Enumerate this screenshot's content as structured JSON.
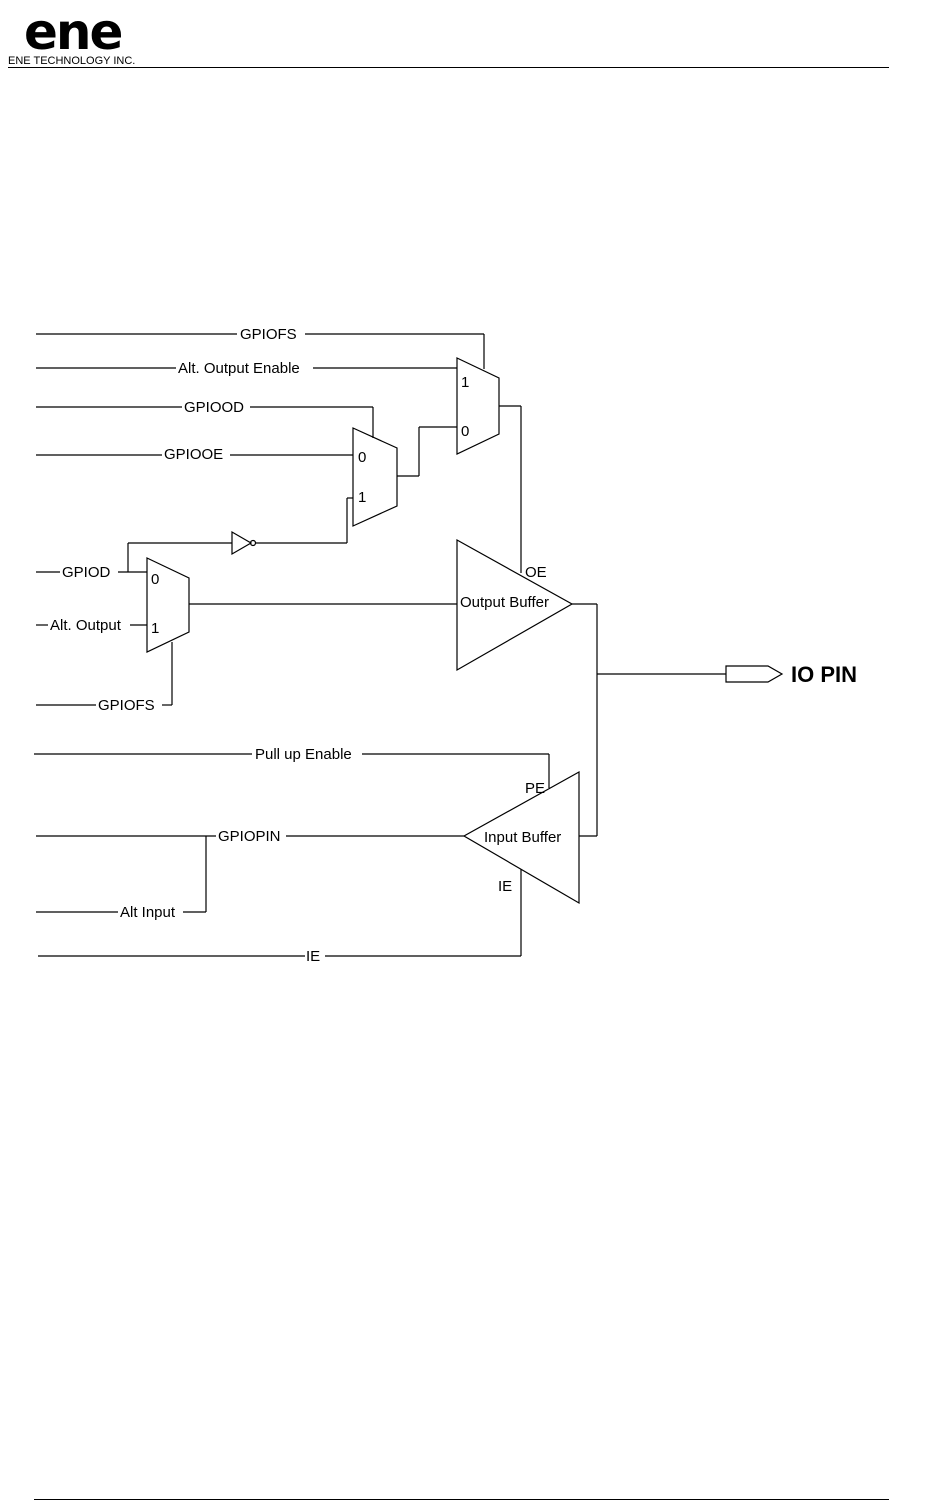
{
  "header": {
    "logo_text": "ene",
    "company_name": "ENE TECHNOLOGY INC."
  },
  "diagram": {
    "signals": {
      "gpiofs_top": "GPIOFS",
      "alt_output_enable": "Alt. Output Enable",
      "gpiood": "GPIOOD",
      "gpiooe": "GPIOOE",
      "gpiod": "GPIOD",
      "alt_output": "Alt. Output",
      "gpiofs_bottom": "GPIOFS",
      "pull_up_enable": "Pull up Enable",
      "gpiopin": "GPIOPIN",
      "alt_input": "Alt Input",
      "ie_bottom": "IE"
    },
    "mux_oe_final": {
      "in1": "1",
      "in0": "0"
    },
    "mux_oe": {
      "in0": "0",
      "in1": "1"
    },
    "mux_out": {
      "in0": "0",
      "in1": "1"
    },
    "output_buffer": {
      "label": "Output Buffer",
      "enable": "OE"
    },
    "input_buffer": {
      "label": "Input Buffer",
      "pull": "PE",
      "enable": "IE"
    },
    "io_pin": "IO PIN"
  }
}
